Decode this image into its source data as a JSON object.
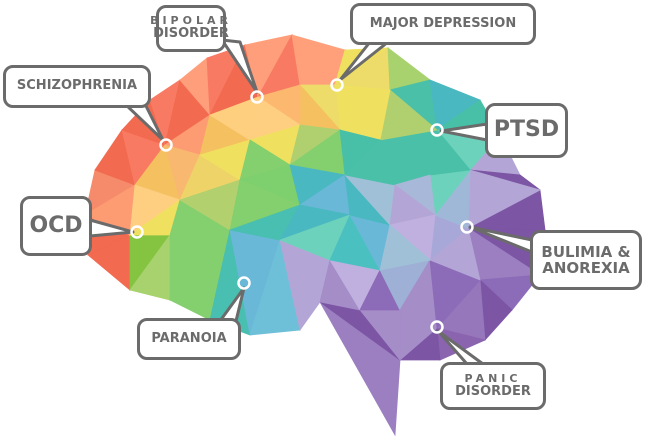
{
  "labels": {
    "bipolar": {
      "line1": "BIPOLAR",
      "line2": "DISORDER"
    },
    "major_depression": "MAJOR DEPRESSION",
    "schizophrenia": "SCHIZOPHRENIA",
    "ptsd": "PTSD",
    "ocd": "OCD",
    "bulimia": {
      "line1": "BULIMIA &",
      "line2": "ANOREXIA"
    },
    "paranoia": "PARANOIA",
    "panic": {
      "line1": "PANIC",
      "line2": "DISORDER"
    }
  },
  "colors": {
    "outline": "#6b6b6b",
    "marker": "#ffffff",
    "text": "#6b6b6b"
  }
}
